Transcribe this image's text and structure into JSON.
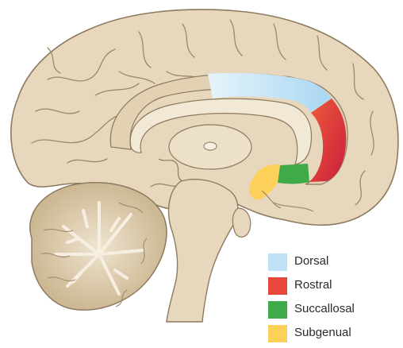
{
  "diagram": {
    "regions": [
      {
        "key": "dorsal",
        "label": "Dorsal",
        "color": "#bfe1f6",
        "color_light": "#e6f4fb"
      },
      {
        "key": "rostral",
        "label": "Rostral",
        "color": "#e8483b",
        "color_dark": "#c81f3c"
      },
      {
        "key": "succallosal",
        "label": "Succallosal",
        "color": "#3eaa48"
      },
      {
        "key": "subgenual",
        "label": "Subgenual",
        "color": "#fdd05a"
      }
    ],
    "palette": {
      "brain_fill": "#e7d7bd",
      "brain_outline": "#8c7a5e",
      "callosum_fill": "#f2e8d6",
      "cerebellum_fill": "#d9c7a6"
    }
  }
}
